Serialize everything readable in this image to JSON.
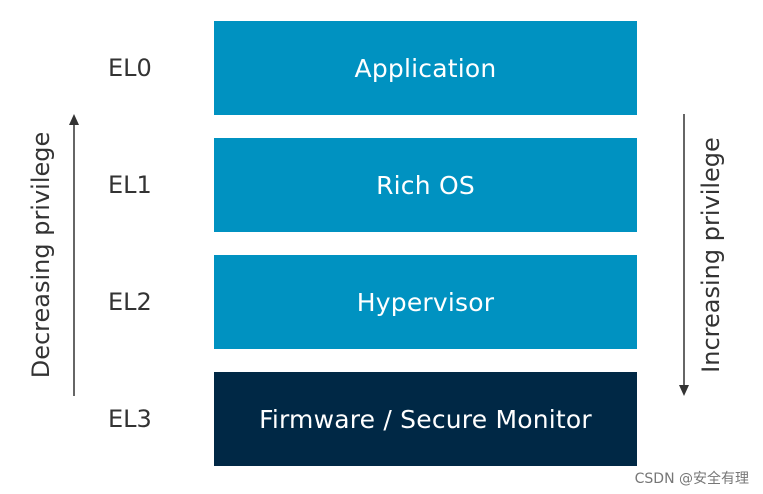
{
  "levels": [
    {
      "id": "EL0",
      "layer": "Application",
      "kind": "normal"
    },
    {
      "id": "EL1",
      "layer": "Rich OS",
      "kind": "normal"
    },
    {
      "id": "EL2",
      "layer": "Hypervisor",
      "kind": "normal"
    },
    {
      "id": "EL3",
      "layer": "Firmware / Secure Monitor",
      "kind": "dark"
    }
  ],
  "left_axis": {
    "label": "Decreasing privilege",
    "direction": "up"
  },
  "right_axis": {
    "label": "Increasing privilege",
    "direction": "down"
  },
  "colors": {
    "layer": "#0092c1",
    "layer_dark": "#002845",
    "text": "#333333"
  },
  "watermark": "CSDN @安全有理"
}
